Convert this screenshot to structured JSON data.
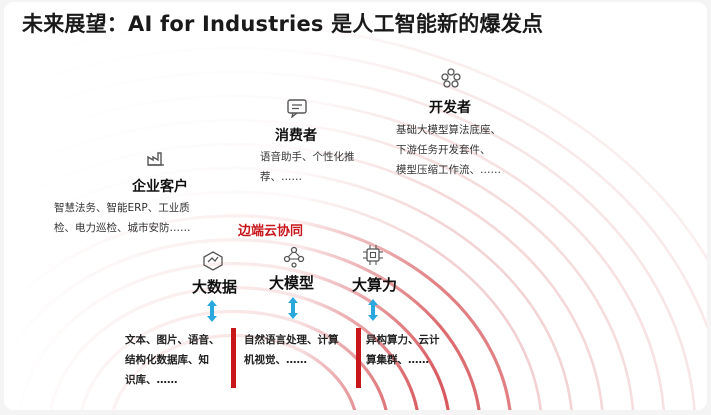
{
  "title": "未来展望：AI for Industries 是人工智能新的爆发点",
  "center_label": "边端云协同",
  "nodes": {
    "enterprise": {
      "title": "企业客户",
      "desc_line1": "智慧法务、智能ERP、工业质",
      "desc_line2": "检、电力巡检、城市安防……"
    },
    "consumer": {
      "title": "消费者",
      "desc_line1": "语音助手、个性化推",
      "desc_line2": "荐、……"
    },
    "developer": {
      "title": "开发者",
      "desc_line1": "基础大模型算法底座、",
      "desc_line2": "下游任务开发套件、",
      "desc_line3": "模型压缩工作流、……"
    }
  },
  "pillars": {
    "data": {
      "title": "大数据",
      "desc_line1": "文本、图片、语音、",
      "desc_line2": "结构化数据库、知",
      "desc_line3": "识库、……"
    },
    "model": {
      "title": "大模型",
      "desc_line1": "自然语言处理、计算",
      "desc_line2": "机视觉、……"
    },
    "compute": {
      "title": "大算力",
      "desc_line1": "异构算力、云计",
      "desc_line2": "算集群、……"
    }
  },
  "colors": {
    "accent_red": "#c8161d",
    "arrow_blue": "#2aa7dd"
  },
  "icons": {
    "enterprise": "factory-icon",
    "consumer": "chat-icon",
    "developer": "cluster-icon",
    "data": "database-icon",
    "model": "network-icon",
    "compute": "chip-icon"
  }
}
